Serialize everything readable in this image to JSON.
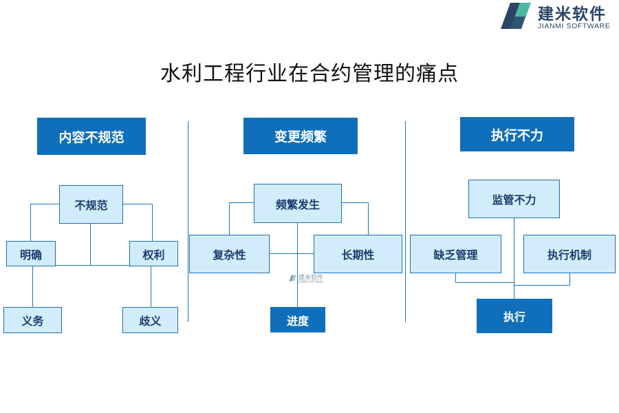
{
  "brand": {
    "name_cn": "建米软件",
    "name_en": "JIANMI SOFTWARE",
    "primary_color": "#0f6fba",
    "box_fill_color": "#d3ecfb"
  },
  "title": "水利工程行业在合约管理的痛点",
  "watermark": {
    "name_cn": "建米软件",
    "name_en": "JIANMI SOFTWARE"
  },
  "sections": [
    {
      "header": "内容不规范",
      "root": "不规范",
      "mid_left": "明确",
      "mid_right": "权利",
      "leaf_left": "义务",
      "leaf_right": "歧义"
    },
    {
      "header": "变更频繁",
      "root": "频繁发生",
      "mid_left": "复杂性",
      "mid_right": "长期性",
      "leaf": "进度"
    },
    {
      "header": "执行不力",
      "root": "监管不力",
      "mid_left": "缺乏管理",
      "mid_right": "执行机制",
      "leaf": "执行"
    }
  ]
}
